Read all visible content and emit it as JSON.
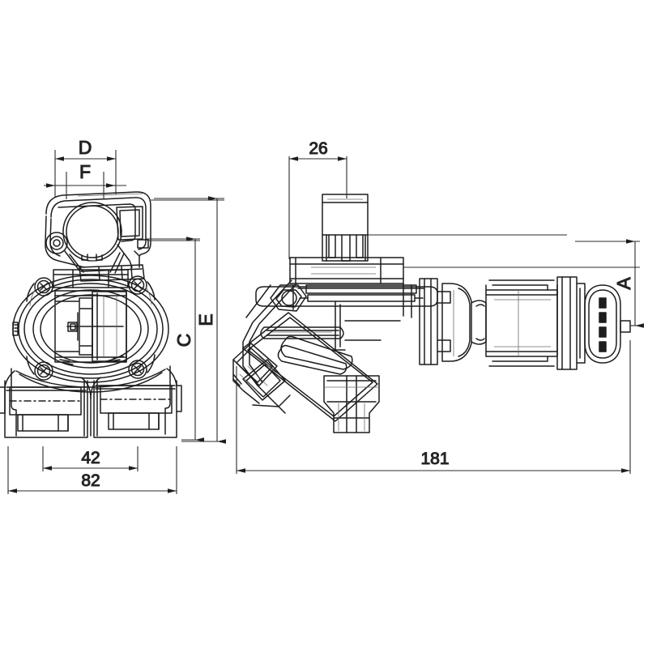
{
  "drawing": {
    "title": "Technical dimension drawing - valve assembly, two orthographic views",
    "background_color": "#ffffff",
    "line_color": "#1d1d1d",
    "thin_line_color": "#555555",
    "dim_line_color": "#2b2b2b",
    "text_color": "#1a1a1a"
  },
  "views": {
    "front": {
      "name": "front-view",
      "description": "Front elevation: oval mounting flange with four cross-head screws, circular bore bracket above, twin hose barbs below"
    },
    "side": {
      "name": "side-view",
      "description": "Side elevation: diagonal valve body with vertical connector tower and horizontal electrical connector"
    }
  },
  "dimensions": {
    "front_view": [
      {
        "id": "D",
        "label": "D",
        "type": "horizontal",
        "position": "top-outer"
      },
      {
        "id": "F",
        "label": "F",
        "type": "horizontal",
        "position": "top-inner"
      },
      {
        "id": "E",
        "label": "E",
        "type": "vertical",
        "position": "right-outer"
      },
      {
        "id": "C",
        "label": "C",
        "type": "vertical",
        "position": "right-inner"
      },
      {
        "id": "42",
        "label": "42",
        "type": "horizontal",
        "position": "bottom-inner"
      },
      {
        "id": "82",
        "label": "82",
        "type": "horizontal",
        "position": "bottom-outer"
      }
    ],
    "side_view": [
      {
        "id": "26",
        "label": "26",
        "type": "horizontal",
        "position": "top"
      },
      {
        "id": "A",
        "label": "A",
        "type": "vertical",
        "position": "right"
      },
      {
        "id": "181",
        "label": "181",
        "type": "horizontal",
        "position": "bottom"
      }
    ]
  },
  "labels": {
    "D": "D",
    "F": "F",
    "E": "E",
    "C": "C",
    "A": "A",
    "n42": "42",
    "n82": "82",
    "n26": "26",
    "n181": "181"
  }
}
